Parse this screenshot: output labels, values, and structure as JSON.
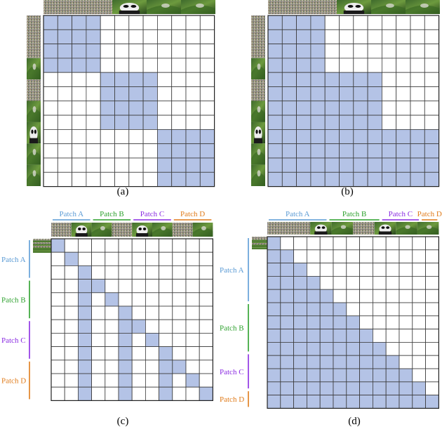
{
  "colors": {
    "fill": "#b4c3e6",
    "grid": "#3a3a3a",
    "patch_a": "#5b9bd5",
    "patch_b": "#2ca02c",
    "patch_c": "#8a2be2",
    "patch_d": "#e07b1a"
  },
  "panels": [
    {
      "id": "a",
      "caption": "(a)",
      "size": 12,
      "fill_rule": "block-diagonal",
      "block": 4
    },
    {
      "id": "b",
      "caption": "(b)",
      "size": 12,
      "fill_rule": "block-lower",
      "block": 4
    },
    {
      "id": "c",
      "caption": "(c)",
      "size": 12,
      "fill_rule": "diagonal-and-stride",
      "block": 3,
      "patch_labels": [
        "Patch A",
        "Patch B",
        "Patch C",
        "Patch D"
      ]
    },
    {
      "id": "d",
      "caption": "(d)",
      "size": 13,
      "fill_rule": "lower-triangular",
      "patch_labels": [
        "Patch A",
        "Patch B",
        "Patch C",
        "Patch D"
      ]
    }
  ],
  "image_strip_icons": [
    "noise-thumbnail-icon",
    "panda-thumbnail-icon",
    "foliage-thumbnail-icon"
  ]
}
